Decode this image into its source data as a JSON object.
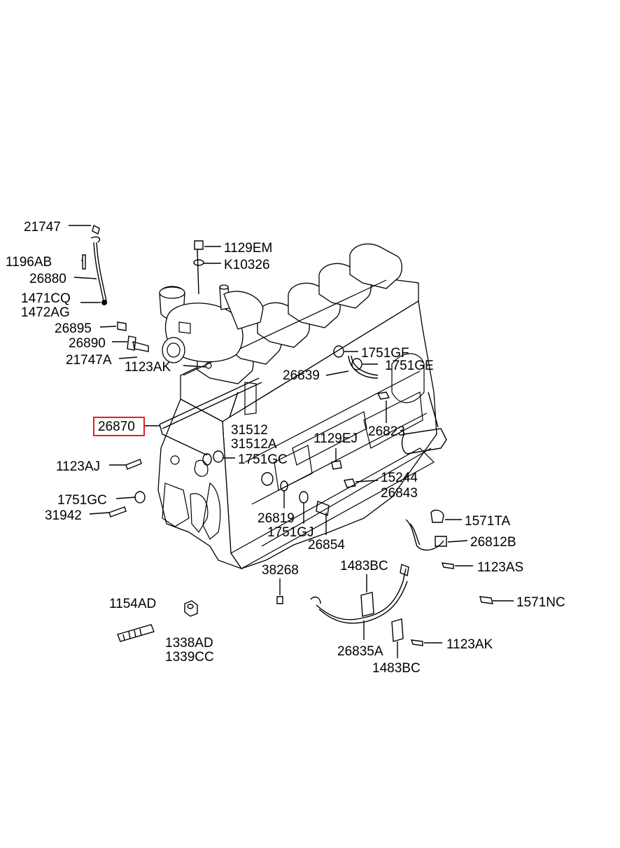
{
  "labels": {
    "l21747": "21747",
    "l1196AB": "1196AB",
    "l26880": "26880",
    "l1471CQ": "1471CQ",
    "l1472AG": "1472AG",
    "l26895": "26895",
    "l26890": "26890",
    "l21747A": "21747A",
    "l1123AK_a": "1123AK",
    "l1129EM": "1129EM",
    "lK10326": "K10326",
    "l1751GF": "1751GF",
    "l1751GE": "1751GE",
    "l26839": "26839",
    "l26870": "26870",
    "l31512": "31512",
    "l31512A": "31512A",
    "l26823": "26823",
    "l1129EJ": "1129EJ",
    "l1123AJ": "1123AJ",
    "l1751GC_a": "1751GC",
    "l15244": "15244",
    "l26843": "26843",
    "l1751GC_b": "1751GC",
    "l31942": "31942",
    "l26819": "26819",
    "l1751GJ": "1751GJ",
    "l26854": "26854",
    "l1571TA": "1571TA",
    "l26812B": "26812B",
    "l38268": "38268",
    "l1483BC_a": "1483BC",
    "l1123AS": "1123AS",
    "l1154AD": "1154AD",
    "l1571NC": "1571NC",
    "l1338AD": "1338AD",
    "l1339CC": "1339CC",
    "l1123AK_b": "1123AK",
    "l26835A": "26835A",
    "l1483BC_b": "1483BC"
  },
  "highlight": {
    "part": "26870",
    "color": "#e0202a"
  },
  "icons": [
    "engine-block-drawing",
    "turbocharger",
    "oil-pipe",
    "bolt",
    "gasket-washer",
    "sensor",
    "harness-bracket",
    "stud",
    "nut"
  ]
}
